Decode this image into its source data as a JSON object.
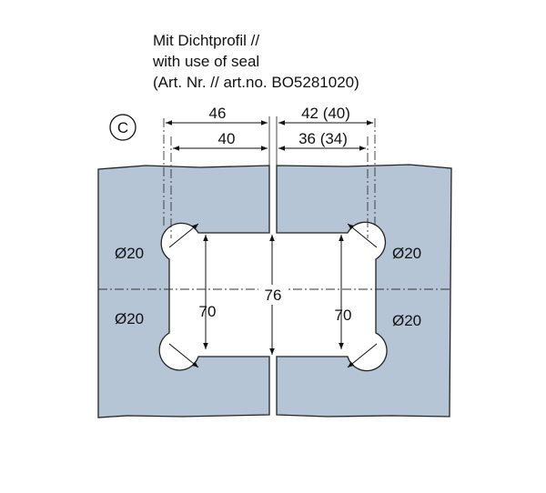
{
  "caption": {
    "line1": "Mit Dichtprofil //",
    "line2": "with use of seal",
    "line3": "(Art. Nr. // art.no. BO5281020)"
  },
  "variant_label": "C",
  "dimensions": {
    "top_left_outer": "46",
    "top_left_inner": "40",
    "top_right_outer": "42 (40)",
    "top_right_inner": "36 (34)",
    "center_height": "76",
    "left_hole_spacing": "70",
    "right_hole_spacing": "70",
    "hole_left_upper": "Ø20",
    "hole_left_lower": "Ø20",
    "hole_right_upper": "Ø20",
    "hole_right_lower": "Ø20"
  },
  "colors": {
    "glass": "#b5c5d6",
    "outline": "#222222",
    "cutout": "#ffffff"
  }
}
